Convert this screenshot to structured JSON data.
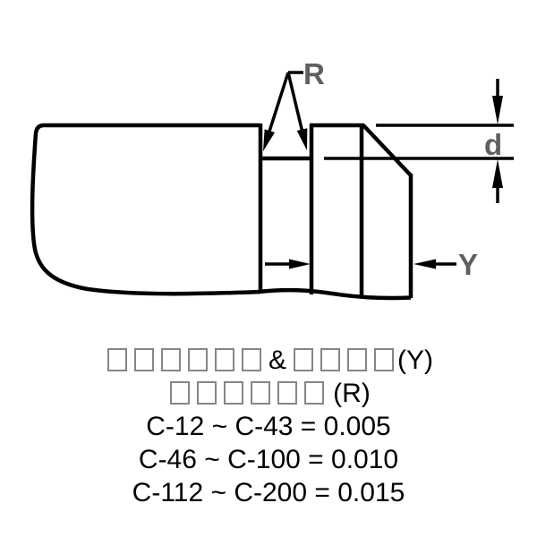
{
  "figure": {
    "radius_label": "R",
    "depth_label": "d",
    "edge_label": "Y"
  },
  "caption": {
    "line1": {
      "boxes_a": 6,
      "amp": "&",
      "boxes_b": 4,
      "suffix": "(Y)"
    },
    "line2": {
      "boxes": 6,
      "suffix": "(R)"
    },
    "specs": [
      "C-12 ~ C-43 = 0.005",
      "C-46 ~ C-100 = 0.010",
      "C-112 ~ C-200 = 0.015"
    ]
  },
  "colors": {
    "outline": "#000000",
    "label_gray": "#5f5f5f",
    "missing_glyph_box": "#868686"
  }
}
